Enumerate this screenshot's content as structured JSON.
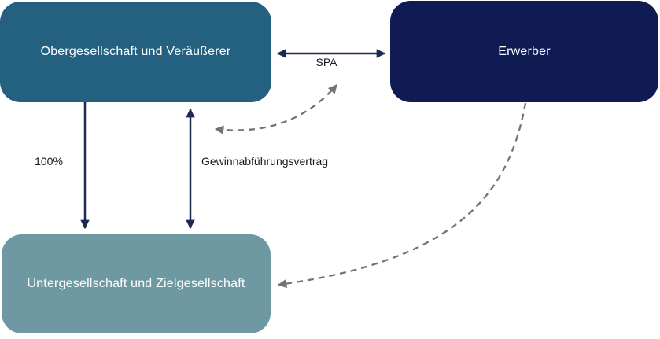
{
  "diagram": {
    "background_color": "#FFFFFF",
    "boxes": [
      {
        "id": "obergesellschaft",
        "label": "Obergesellschaft und Veräußerer",
        "color": "#24607F",
        "text_color": "#FFFFFF"
      },
      {
        "id": "erwerber",
        "label": "Erwerber",
        "color": "#0F1B52",
        "text_color": "#FFFFFF"
      },
      {
        "id": "untergesellschaft",
        "label": "Untergesellschaft und Zielgesellschaft",
        "color": "#6F99A2",
        "text_color": "#FFFFFF"
      }
    ],
    "edges": [
      {
        "id": "spa",
        "from": "obergesellschaft",
        "to": "erwerber",
        "label": "SPA",
        "style": "solid",
        "arrows": "both",
        "color": "#1B2A4F"
      },
      {
        "id": "ownership",
        "from": "obergesellschaft",
        "to": "untergesellschaft",
        "label": "100%",
        "style": "solid",
        "arrows": "end",
        "color": "#1B2A4F"
      },
      {
        "id": "profit-transfer-agreement",
        "from": "obergesellschaft",
        "to": "untergesellschaft",
        "label": "Gewinnabführungsvertrag",
        "style": "solid",
        "arrows": "both",
        "color": "#1B2A4F"
      },
      {
        "id": "dashed-link-to-spa",
        "from": "profit-transfer-agreement",
        "to": "spa",
        "label": "",
        "style": "dashed",
        "arrows": "both",
        "color": "#737373"
      },
      {
        "id": "dashed-erwerber-to-untergesellschaft",
        "from": "erwerber",
        "to": "untergesellschaft",
        "label": "",
        "style": "dashed",
        "arrows": "end",
        "color": "#737373"
      }
    ]
  }
}
